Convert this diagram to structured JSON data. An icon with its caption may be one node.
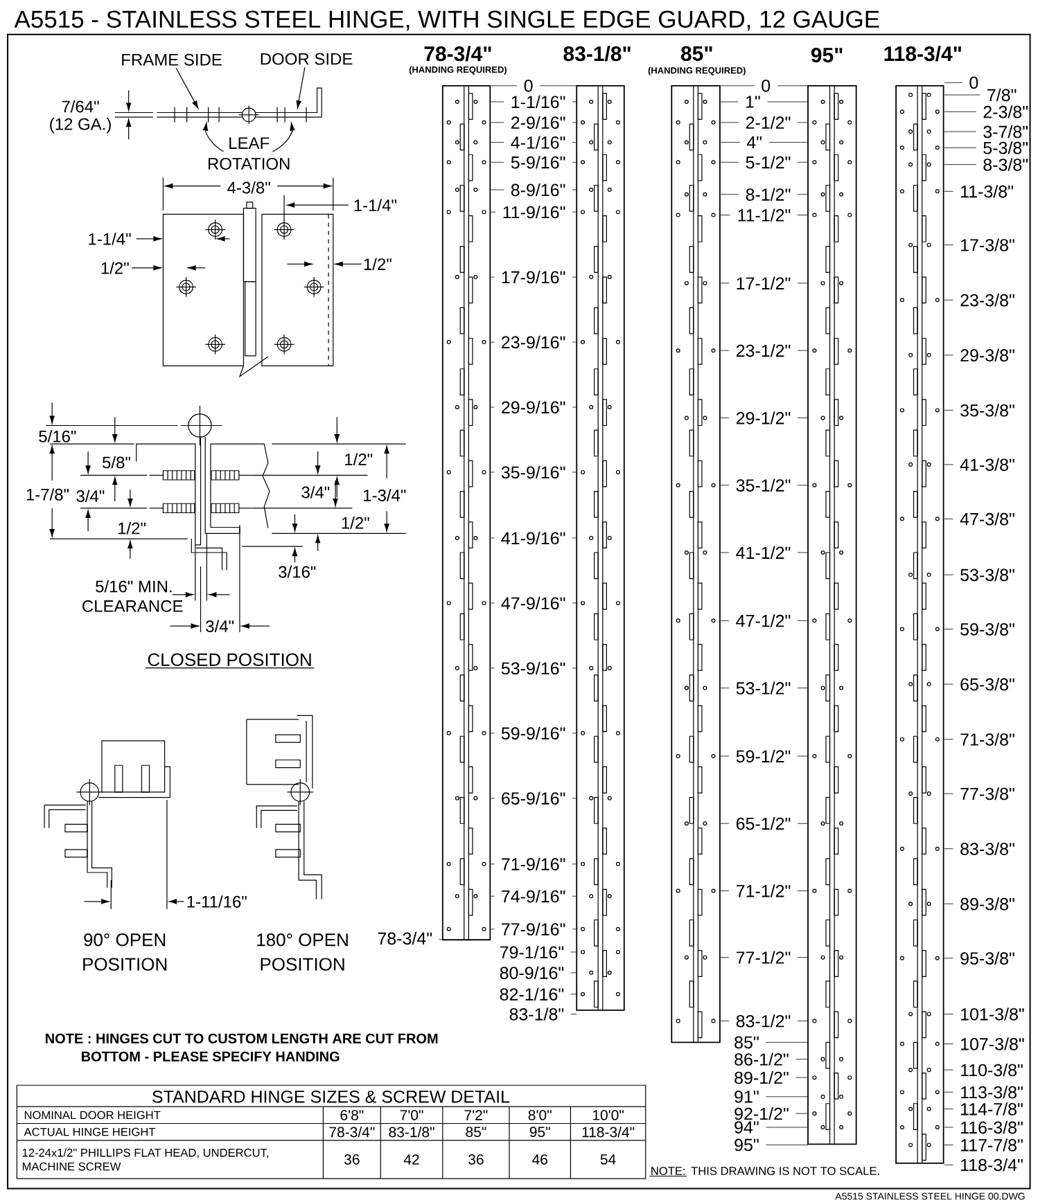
{
  "diagram": {
    "title": "A5515 - STAINLESS STEEL HINGE, WITH SINGLE EDGE GUARD, 12 GAUGE",
    "nodes": [
      {
        "text": [
          "FRAME SIDE"
        ]
      },
      {
        "text": [
          "DOOR SIDE"
        ]
      }
    ],
    "edges": [
      {
        "from": 0,
        "to": null,
        "arrow": "to"
      },
      {
        "from": 1,
        "to": null,
        "arrow": "to"
      }
    ],
    "labels": [
      "7/64\"",
      "(12 GA.)",
      "LEAF",
      "ROTATION",
      "4-3/8\"",
      "1-1/4\"",
      "1-1/4\"",
      "1/2\"",
      "1/2\"",
      "5/16\"",
      "5/8\"",
      "1-7/8\"",
      "3/4\"",
      "1/2\"",
      "1/2\"",
      "3/4\"",
      "1-3/4\"",
      "1/2\"",
      "3/16\"",
      "5/16\" MIN.",
      "CLEARANCE",
      "3/4\"",
      "CLOSED POSITION",
      "1-11/16\"",
      "90° OPEN",
      "POSITION",
      "180° OPEN",
      "POSITION",
      "NOTE : HINGES CUT TO CUSTOM LENGTH ARE CUT FROM BOTTOM - PLEASE SPECIFY HANDING",
      "STANDARD HINGE SIZES & SCREW DETAIL",
      "NOMINAL DOOR HEIGHT",
      "6'8\"",
      "7'0\"",
      "7'2\"",
      "8'0\"",
      "10'0\"",
      "ACTUAL HINGE HEIGHT",
      "78-3/4\"",
      "83-1/8\"",
      "85\"",
      "95\"",
      "118-3/4\"",
      "12-24x1/2\" PHILLIPS FLAT HEAD, UNDERCUT, MACHINE SCREW",
      "36",
      "42",
      "36",
      "46",
      "54",
      "78-3/4\"",
      "(HANDING REQUIRED)",
      "83-1/8\"",
      "85\"",
      "(HANDING REQUIRED)",
      "95\"",
      "118-3/4\"",
      "0",
      "1-1/16\"",
      "2-9/16\"",
      "4-1/16\"",
      "5-9/16\"",
      "8-9/16\"",
      "11-9/16\"",
      "17-9/16\"",
      "23-9/16\"",
      "29-9/16\"",
      "35-9/16\"",
      "41-9/16\"",
      "47-9/16\"",
      "53-9/16\"",
      "59-9/16\"",
      "65-9/16\"",
      "71-9/16\"",
      "74-9/16\"",
      "77-9/16\"",
      "78-3/4\"",
      "79-1/16\"",
      "80-9/16\"",
      "82-1/16\"",
      "83-1/8\"",
      "0",
      "1\"",
      "2-1/2\"",
      "4\"",
      "5-1/2\"",
      "8-1/2\"",
      "11-1/2\"",
      "17-1/2\"",
      "23-1/2\"",
      "29-1/2\"",
      "35-1/2\"",
      "41-1/2\"",
      "47-1/2\"",
      "53-1/2\"",
      "59-1/2\"",
      "65-1/2\"",
      "71-1/2\"",
      "77-1/2\"",
      "83-1/2\"",
      "85\"",
      "86-1/2\"",
      "89-1/2\"",
      "91\"",
      "92-1/2\"",
      "94\"",
      "95\"",
      "0",
      "7/8\"",
      "2-3/8\"",
      "3-7/8\"",
      "5-3/8\"",
      "8-3/8\"",
      "11-3/8\"",
      "17-3/8\"",
      "23-3/8\"",
      "29-3/8\"",
      "35-3/8\"",
      "41-3/8\"",
      "47-3/8\"",
      "53-3/8\"",
      "59-3/8\"",
      "65-3/8\"",
      "71-3/8\"",
      "77-3/8\"",
      "83-3/8\"",
      "89-3/8\"",
      "95-3/8\"",
      "101-3/8\"",
      "107-3/8\"",
      "110-3/8\"",
      "113-3/8\"",
      "114-7/8\"",
      "116-3/8\"",
      "117-7/8\"",
      "118-3/4\"",
      "NOTE:",
      "THIS DRAWING IS NOT TO SCALE.",
      "A5515 STAINLESS STEEL HINGE 00.DWG"
    ]
  }
}
